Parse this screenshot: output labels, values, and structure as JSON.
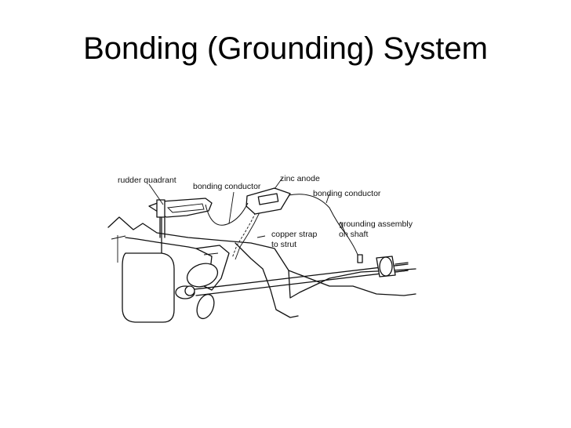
{
  "slide": {
    "title": "Bonding (Grounding) System"
  },
  "diagram": {
    "labels": {
      "rudder_quadrant": "rudder quadrant",
      "bonding_conductor_left": "bonding conductor",
      "zinc_anode": "zinc anode",
      "bonding_conductor_right": "bonding conductor",
      "grounding_assembly_line1": "grounding assembly",
      "grounding_assembly_line2": "on shaft",
      "copper_strap_line1": "copper strap",
      "copper_strap_line2": "to strut"
    }
  }
}
